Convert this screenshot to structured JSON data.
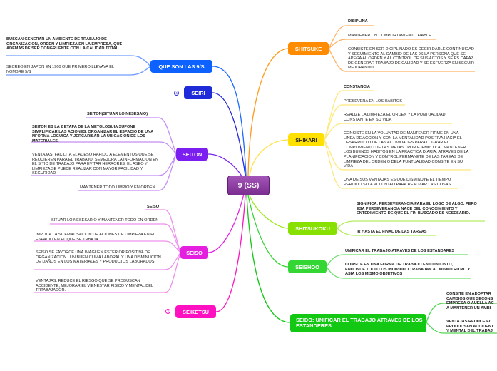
{
  "central": "9 (SS)",
  "topics": {
    "shitsuke": "SHITSUKE",
    "shikari": "SHIKARI",
    "shitsukoku": "SHITSUKOKU",
    "seishoo": "SEISHOO",
    "seido": "SEIDO: UNIFICAR EL TRABAJO ATRAVES DE LOS ESTANDERES",
    "que_son": "QUE SON LAS 9/S",
    "seiri": "SEIRI",
    "seiton": "SEITON",
    "seiso": "SEISO",
    "seiketsu": "SEIKETSU"
  },
  "notes": {
    "shitsuke_1": "DISIPLINA",
    "shitsuke_2": "MANTENER UN COMPORTAMIENTO FIABLE.",
    "shitsuke_3": "CONSISTE EN SER DICIPLINADO ES DECIR DARLE CONTINUIDAD Y SEGUIMIENTO AL CAMBIO DE LAS 9S LA PERSONA QUE SE APEGA AL ORDEN Y AL CONTROL DE SUS ACTOS Y SE ES CAPAZ DE GENERAR TRABAJO DE CALIDAD Y SE ESFUERZA EN SEGUIR MEJORANDO.",
    "shikari_1": "CONSTANCIA",
    "shikari_2": "PRESEVERA EN LOS HABITOS",
    "shikari_3": "REALIZE LA LIMPIEZA,EL ORDEN Y LA PUNTUALIDAD CONSTANTE EN SU VIDA",
    "shikari_4": "CONSISTE EN LA VOLUNTAD DE MANTENER FIRME EN UNA LINEA DE ACCION Y CON LA MENTALIDAD POSITIVA HACIA EL DESARROLLO DE LAS ACTIVIDADES PARA LOGRAR EL CUMPLIMIENTO DE LAS METAS . POR EJEMPLO: AL MANTENER LOS BUENOS HABITOS EN LA PRACTICA DIARIA, ATRAVES DE LA PLANIFICACION Y CONTROL PERMANETE DE LAS TAREAS DE LIMPIEZA DEL ORDEN O DELA PUNTUALIDAD CONSITE EN SU VIDA",
    "shikari_5": "UNA DE SUS VENTAJAS ES QUE DISMINUYE EL TIEMPO PERDIDO SI LA VOLUNTAD PARA REALIZAR LAS COSAS.",
    "shitsukoku_1": "SIGNIFICA: PERSEVERANCIA PARA EL LOGO DE ALGO, PERO ESA PERSEVERANCIA NACE DEL CONOCIMIENTO Y ENTEDIMIENTO DE QUE EL FIN BUSCADO ES NESESARIO.",
    "shitsukoku_2": "IR HASTA EL FINAL DE LAS TAREAS",
    "seishoo_1": "UNIFICAR EL TRABAJO ATRAVES DE LOS ESTANDARES",
    "seishoo_2": "CONSITE EN UNA FORMA DE TRABAJO EN CONJUNTO, ENDONDE TODO LOS INDIVIDUO TRABAJAN AL MISMO RITMO Y ASIA LOS MISMO OBJETIVOS",
    "seido_1": "CONSITE EN ADOPTAR CAMBIOS QUE SECONS EMPRESA O AUELLA AC A MANTENER UN AMBI",
    "seido_2": "VENTAJAS  REDUCE EL PRODUCSAN ACCIDENT Y MENTAL DEL TRABAJ",
    "que_son_1": "BUSCAN  GENERAR UN AMBIENTE DE TRABAJO DE ORGANIZACION, ORDEN Y LIMPIEZA EN LA EMPRESA, QUE ADEMAS DE SER CONGRUENTE CON LA CALIDAD TOTAL.",
    "que_son_2": "SECREO EN JAPON EN 1960 QUE PRIMERO LLEVAVA EL NOMBRE 5/S",
    "seiton_1": "SEITON(SITUAR LO NESESAIO)",
    "seiton_2": "SEITON ES LA 2 ETAPA DE LA METOLOGUIA SUPONE SIMPLIFICAR  LAS ACIONES, ORGANIZAR EL ESPACIO DE UNA NFORMA LOGUICA Y JERCARISAR LA UBICACION DE LOS MATERIALES.",
    "seiton_3": "VENTAJAS: FACILITA EL ACESO RAPIDO A ELEMENTOS QUE SE REQUIEREN PARA EL TRABAJO, SEMEJORA LA INFORMACION EN EL SITIO DE TRABAJO PARA EVITAR HERRORES, EL ASEO Y LIMPIEZA SE PUEDE REALIZAR CON MAYOR FACILIDAD Y SEGURIDAD",
    "seiton_4": "MANTENER TODO LIMPIO Y EN ORDEN",
    "seiso_1": "SEISO",
    "seiso_2": "SITUAR LO NESESARIO Y MANTENER TODO EN ORDEN",
    "seiso_3": "IMPLICA LA SITEMATISACION DE ACIONES DE LIMPIEZA EN EL ESPACIO EN EL QUE SE TRBAJA.",
    "seiso_4": "SEISO SE FAVORCE UNA IMAGUEN ESTERIOR POSITIVA DE ORGANIZACION , UN BUEN CLIMA LABORAL Y UNA DISMINUCION DE DAÑOS EN LOS MATERIALES Y PRODUCTOS LABORADOS.",
    "seiso_5": "VENTAJAS: REDUCE EL RIESGO QUE SE PRODUSCAN ACCIDENTE, MEJORAR EL VIENESTAR FISICO Y MENTAL DEL TRTABAJADOR."
  },
  "badges": {
    "seiri": "4",
    "seiketsu": "3"
  },
  "colors": {
    "center": "#8e3aa6",
    "shitsuke": "#ff8c00",
    "shikari": "#ffe000",
    "shitsukoku": "#88e000",
    "seishoo": "#33d633",
    "seido": "#12c812",
    "que_son": "#0d62ff",
    "seiri": "#1f2bd8",
    "seiton": "#7a1ff0",
    "seiso": "#e51fe0",
    "seiketsu": "#ff10c0"
  }
}
